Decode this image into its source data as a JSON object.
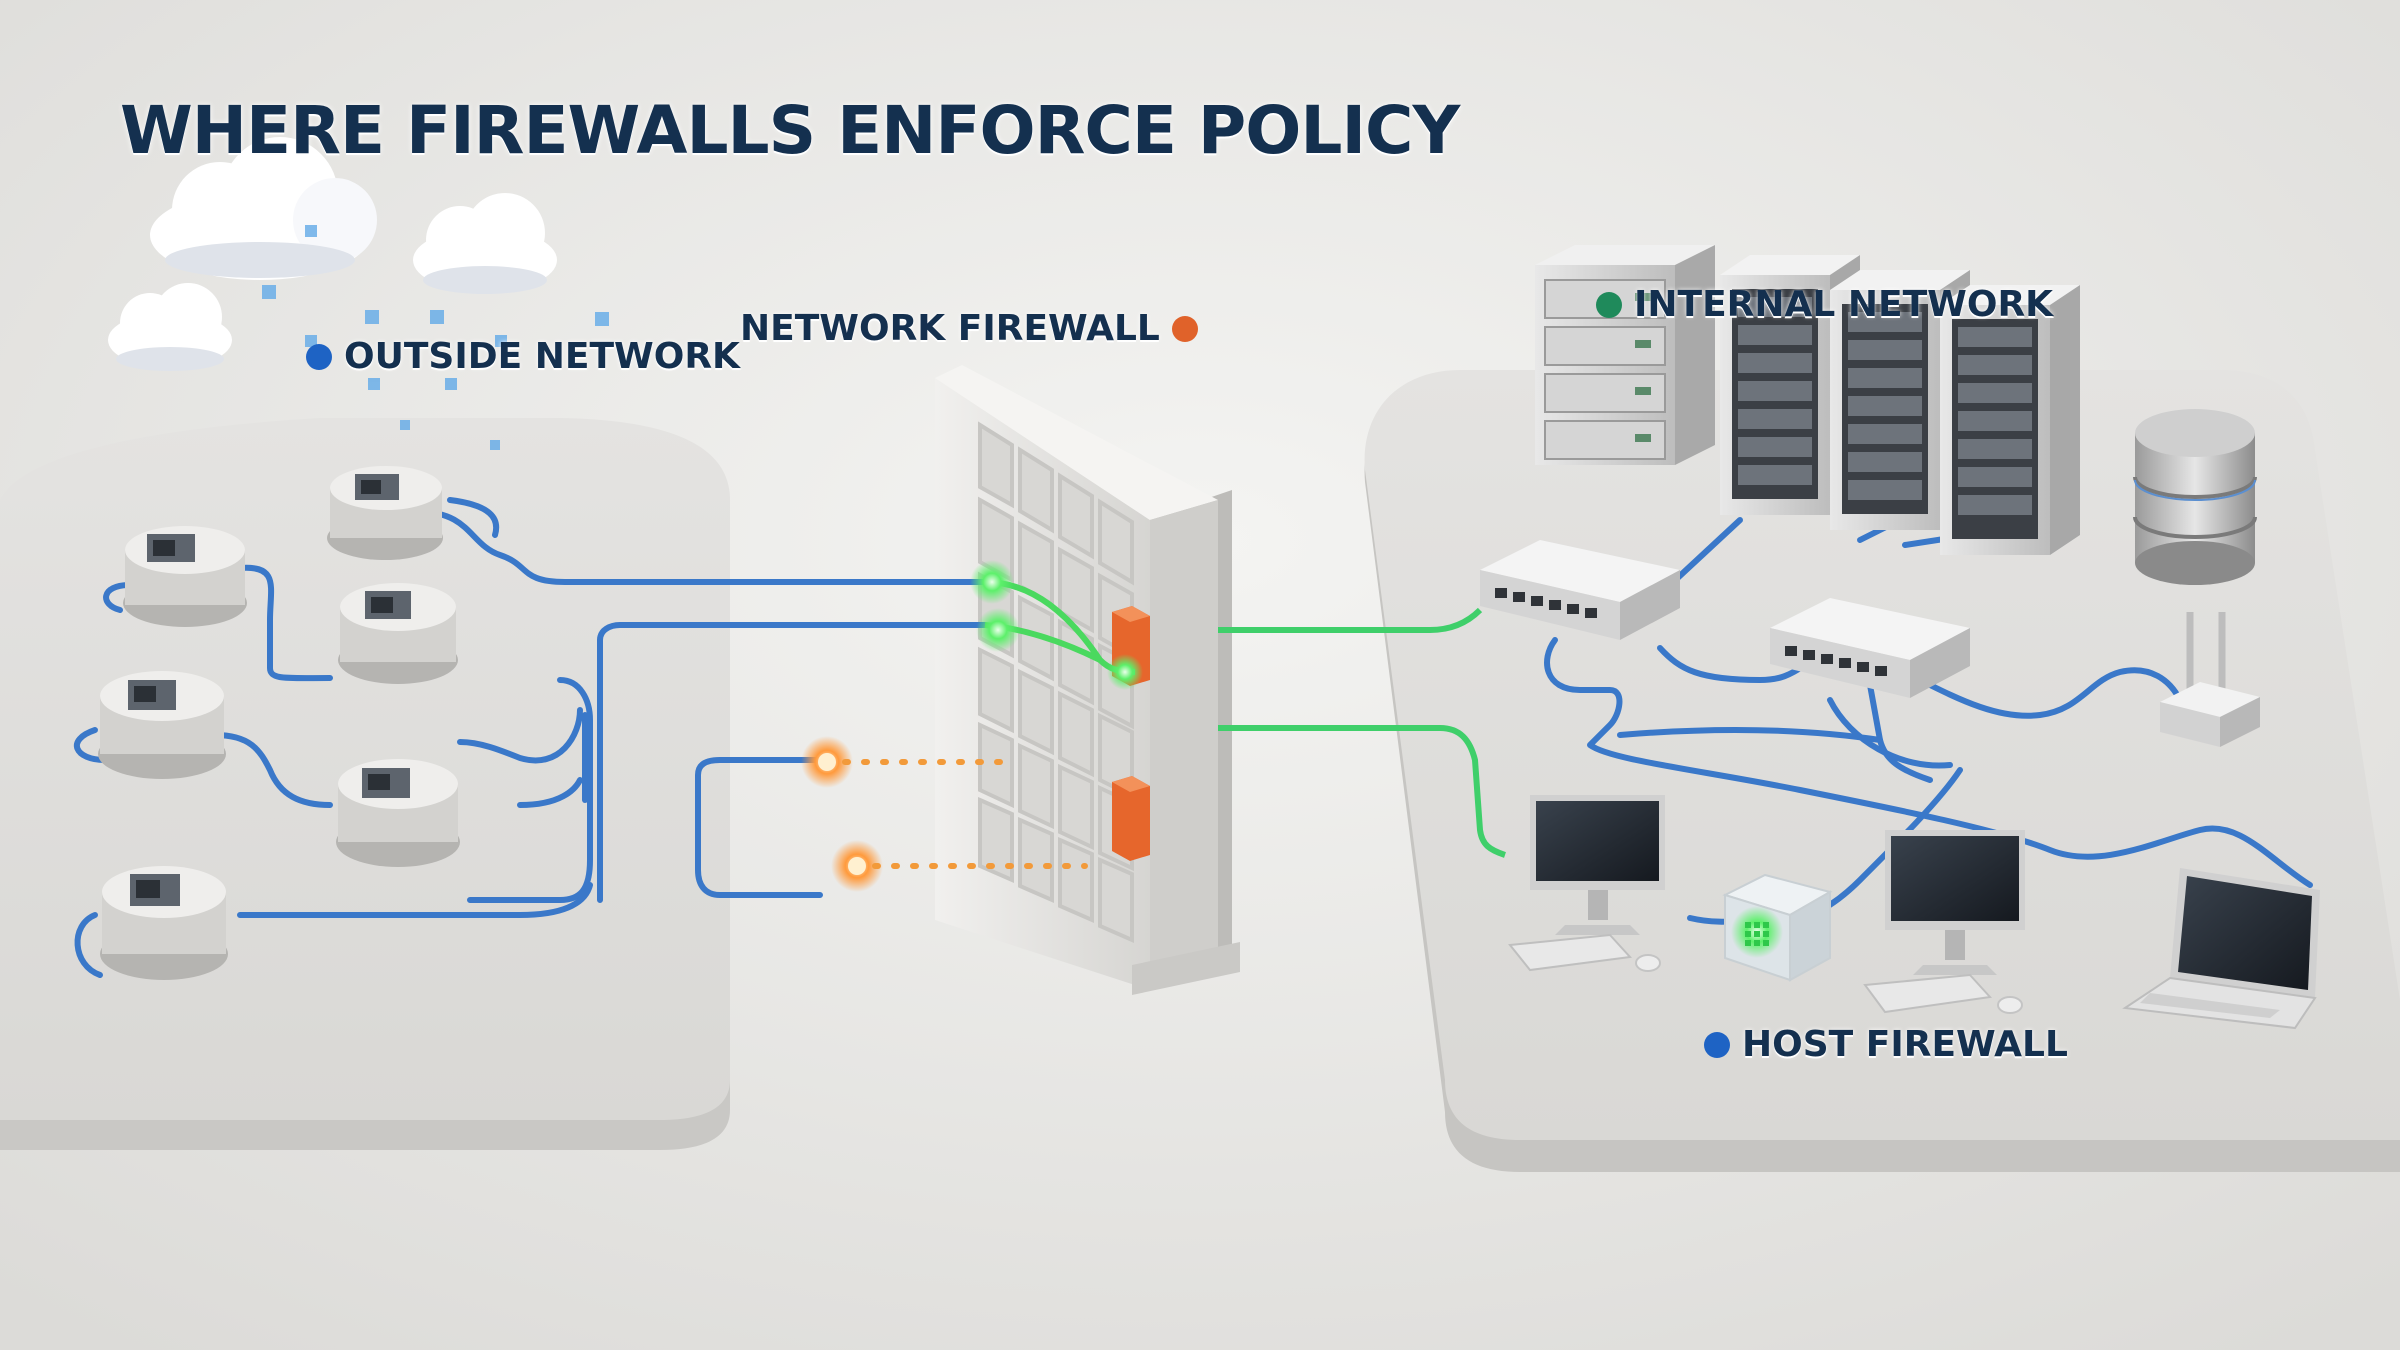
{
  "title": "WHERE FIREWALLS ENFORCE POLICY",
  "labels": {
    "outside_network": "OUTSIDE NETWORK",
    "network_firewall": "NETWORK FIREWALL",
    "internal_network": "INTERNAL NETWORK",
    "host_firewall": "HOST FIREWALL"
  },
  "colors": {
    "title": "#14304f",
    "outside_marker": "#1e63c4",
    "network_firewall_marker": "#e0622a",
    "internal_marker": "#1f8a5b",
    "host_firewall_marker": "#1e63c4",
    "cable": "#3a78c9",
    "allowed_traffic": "#3fe05a",
    "blocked_traffic": "#f0913a"
  },
  "icons": [
    "cloud-icon",
    "router-icon",
    "firewall-wall-icon",
    "server-rack-icon",
    "database-icon",
    "network-switch-icon",
    "wifi-access-point-icon",
    "desktop-monitor-icon",
    "laptop-icon",
    "host-firewall-device-icon"
  ]
}
